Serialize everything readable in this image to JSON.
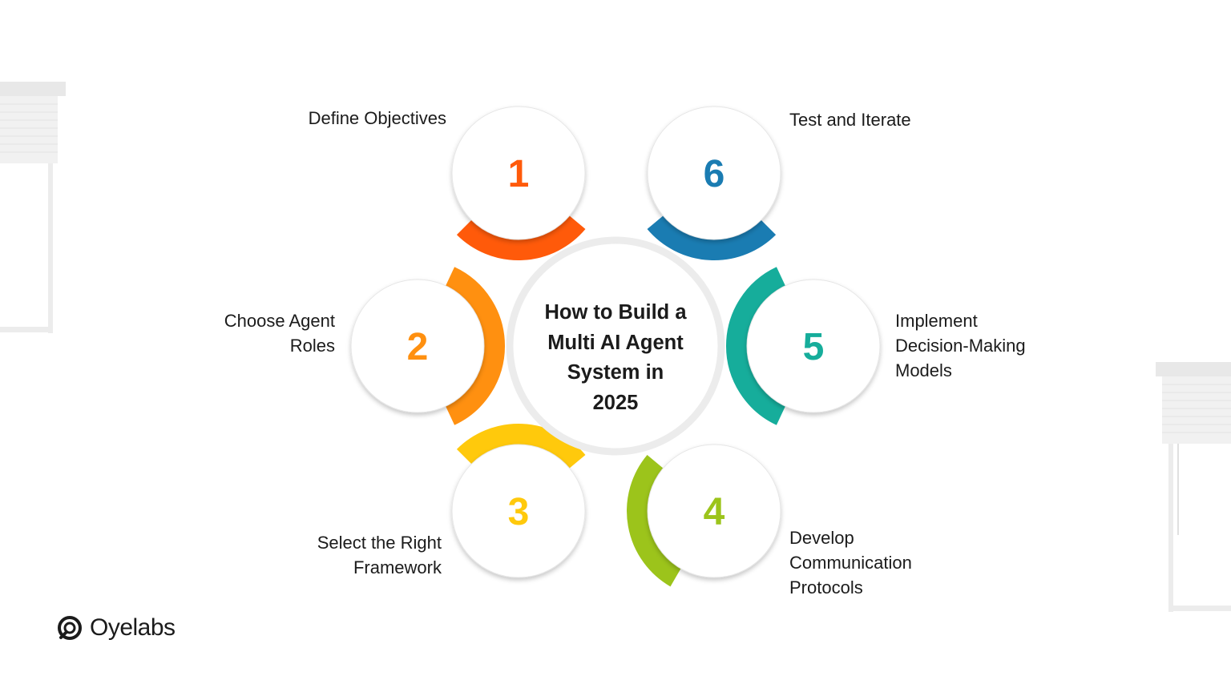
{
  "title": "How to Build a\nMulti AI Agent\nSystem in\n2025",
  "steps": [
    {
      "number": "1",
      "label": "Define Objectives",
      "color": "#ff5a0a"
    },
    {
      "number": "2",
      "label": "Choose Agent\nRoles",
      "color": "#ff9010"
    },
    {
      "number": "3",
      "label": "Select the Right\nFramework",
      "color": "#ffc90c"
    },
    {
      "number": "4",
      "label": "Develop\nCommunication\nProtocols",
      "color": "#9cc41b"
    },
    {
      "number": "5",
      "label": "Implement\nDecision-Making\nModels",
      "color": "#16ad9b"
    },
    {
      "number": "6",
      "label": "Test and Iterate",
      "color": "#1a7cb2"
    }
  ],
  "brand": {
    "name": "Oyelabs",
    "icon": "oyelabs-logo-icon"
  }
}
